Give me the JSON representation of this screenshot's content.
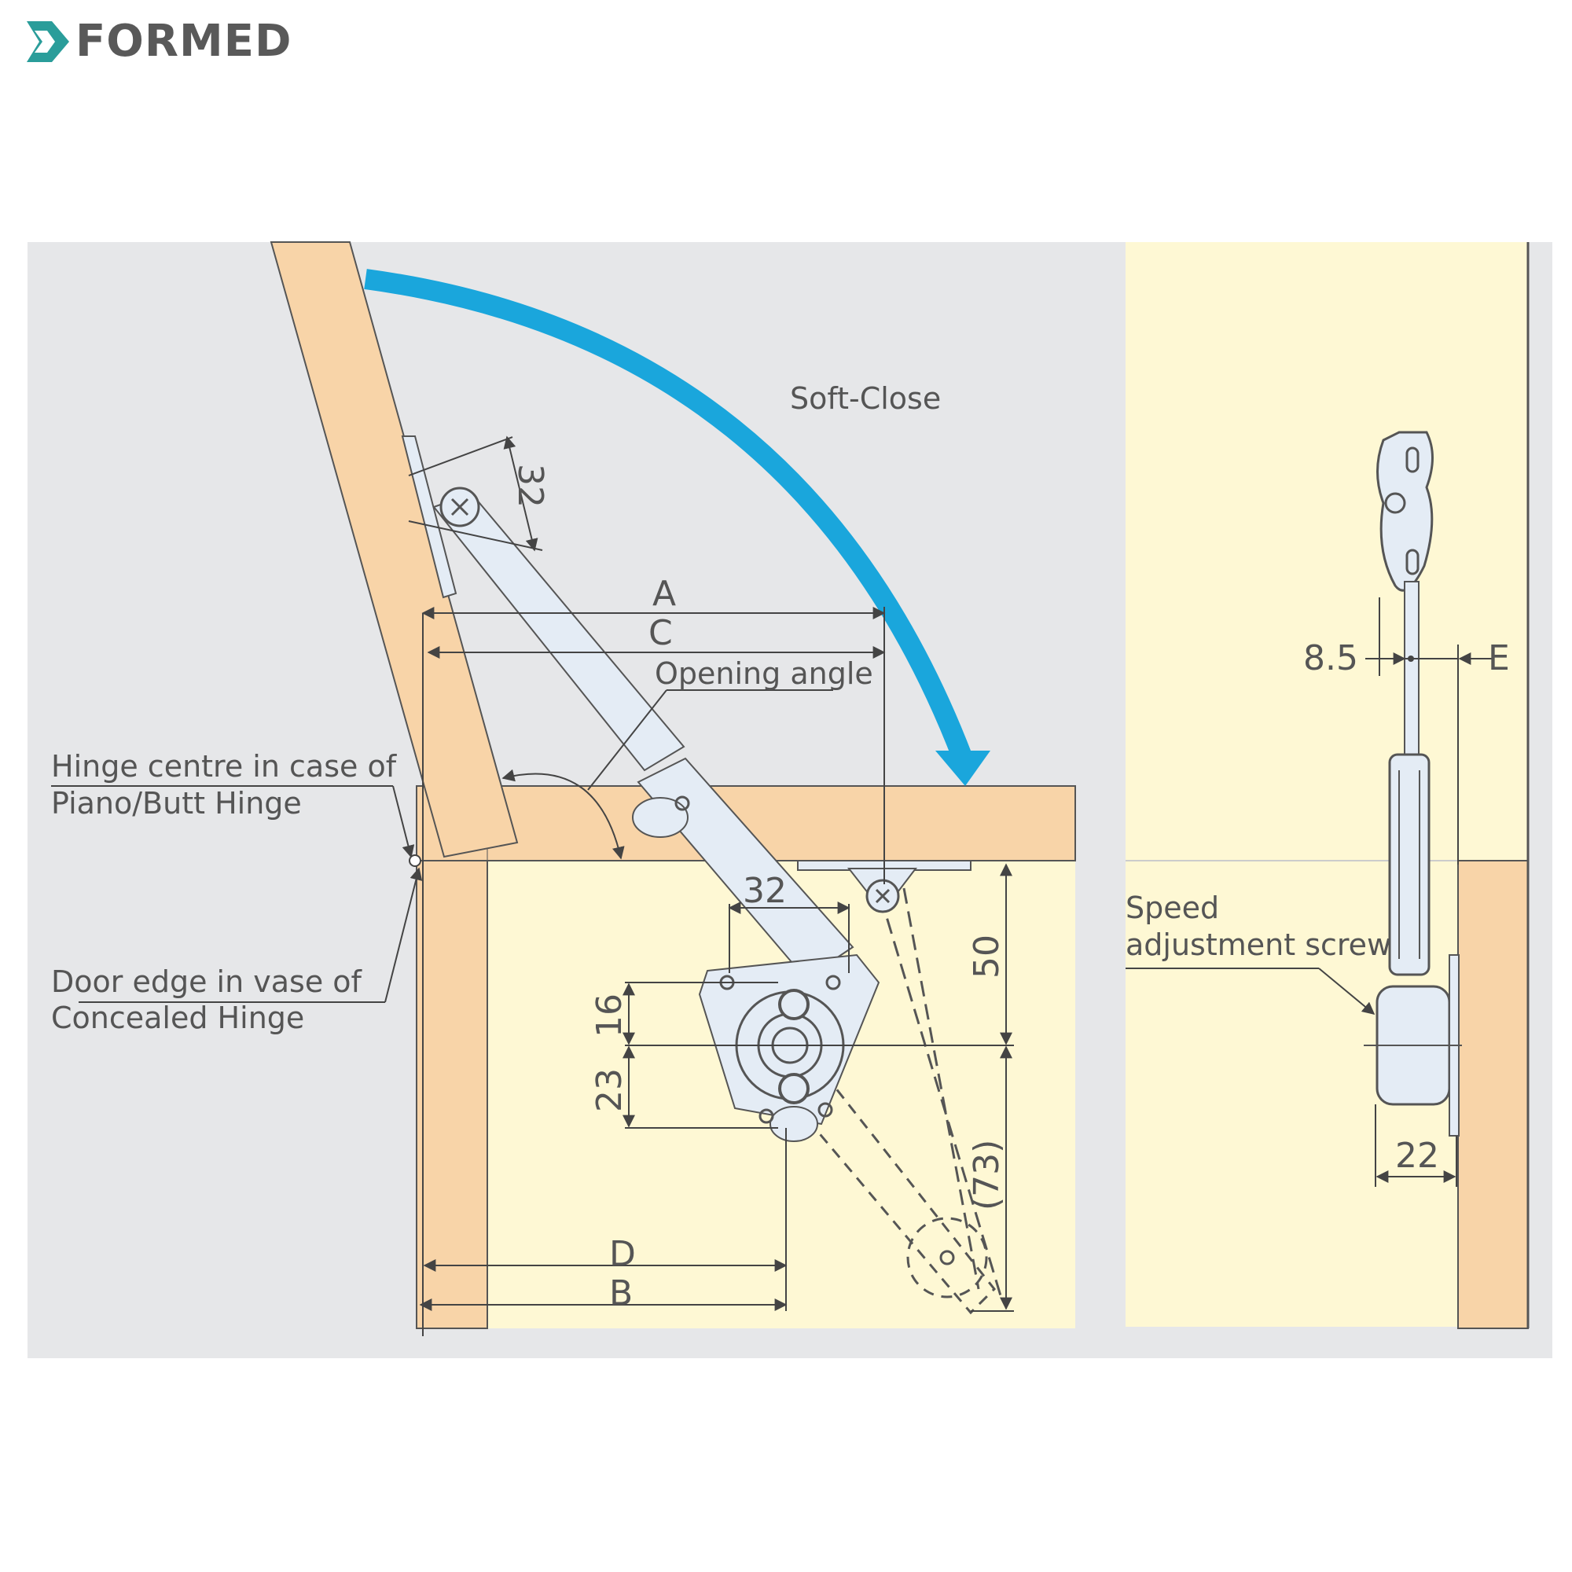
{
  "brand": {
    "name": "FORMED",
    "accent": "#2a9d9a",
    "text_color": "#595959"
  },
  "colors": {
    "panel_gray": "#e6e7e9",
    "cabinet_cream": "#fef8d4",
    "wood": "#f8d4a8",
    "arrow_blue": "#1aa6dc",
    "metal": "#e4ecf5",
    "line": "#555555"
  },
  "labels": {
    "soft_close": "Soft-Close",
    "opening_angle": "Opening angle",
    "hinge_centre_1": "Hinge centre in case of",
    "hinge_centre_2": "Piano/Butt Hinge",
    "door_edge_1": "Door edge in vase of",
    "door_edge_2": "Concealed Hinge",
    "speed_1": "Speed",
    "speed_2": "adjustment screw"
  },
  "dimensions": {
    "A": "A",
    "C": "C",
    "D": "D",
    "B": "B",
    "E": "E",
    "top_32": "32",
    "mid_32": "32",
    "d16": "16",
    "d23": "23",
    "d50": "50",
    "d73": "(73)",
    "d8_5": "8.5",
    "d22": "22"
  }
}
